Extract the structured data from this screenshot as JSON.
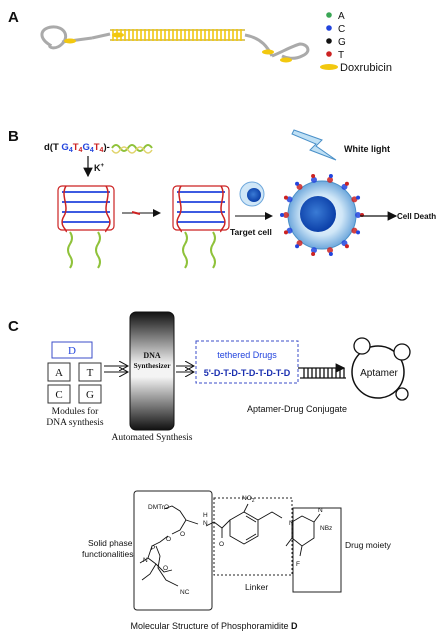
{
  "panelA": {
    "letter": "A",
    "legend": [
      {
        "label": "A",
        "color": "#3aa655"
      },
      {
        "label": "C",
        "color": "#2244dd"
      },
      {
        "label": "G",
        "color": "#111111"
      },
      {
        "label": "T",
        "color": "#cc2222"
      }
    ],
    "doxorubicin_label": "Doxrubicin",
    "doxorubicin_color": "#f2c80f"
  },
  "panelB": {
    "letter": "B",
    "sequence_prefix": "d(T",
    "sequence_parts": [
      {
        "text": "G",
        "color": "#2244dd"
      },
      {
        "text": "4",
        "color": "#2244dd",
        "sub": true
      },
      {
        "text": "T",
        "color": "#cc2222"
      },
      {
        "text": "4",
        "color": "#cc2222",
        "sub": true
      },
      {
        "text": "G",
        "color": "#2244dd"
      },
      {
        "text": "4",
        "color": "#2244dd",
        "sub": true
      },
      {
        "text": "T",
        "color": "#cc2222"
      },
      {
        "text": "4",
        "color": "#cc2222",
        "sub": true
      },
      {
        "text": ")-",
        "color": "#111111"
      }
    ],
    "ion_label": "K",
    "ion_sup": "+",
    "target_cell_label": "Target cell",
    "white_light_label": "White light",
    "cell_death_label": "Cell Death"
  },
  "panelC": {
    "letter": "C",
    "module_D": "D",
    "modules": [
      "A",
      "T",
      "C",
      "G"
    ],
    "modules_caption_line1": "Modules for",
    "modules_caption_line2": "DNA synthesis",
    "synth_label_line1": "DNA",
    "synth_label_line2": "Synthesizer",
    "automated_label": "Automated Synthesis",
    "tethered_label": "tethered Drugs",
    "tethered_seq": "5'-D-T-D-T-D-T-D-T-D",
    "aptamer_label": "Aptamer",
    "conjugate_label": "Aptamer-Drug Conjugate"
  },
  "structure": {
    "solid_phase_line1": "Solid phase",
    "solid_phase_line2": "functionalities",
    "drug_moiety_label": "Drug moiety",
    "linker_label": "Linker",
    "caption_prefix": "Molecular Structure of Phosphoramidite ",
    "caption_bold": "D",
    "atoms": {
      "dmtro": "DMTrO",
      "no2": "NO",
      "no2_sub": "2",
      "nh": "H",
      "nh_n": "N",
      "o1": "O",
      "o2": "O",
      "o3": "O",
      "o4": "O",
      "p": "P",
      "n": "N",
      "nc": "NC",
      "n1": "N",
      "n2": "N",
      "nbz": "NBz",
      "f": "F"
    }
  }
}
